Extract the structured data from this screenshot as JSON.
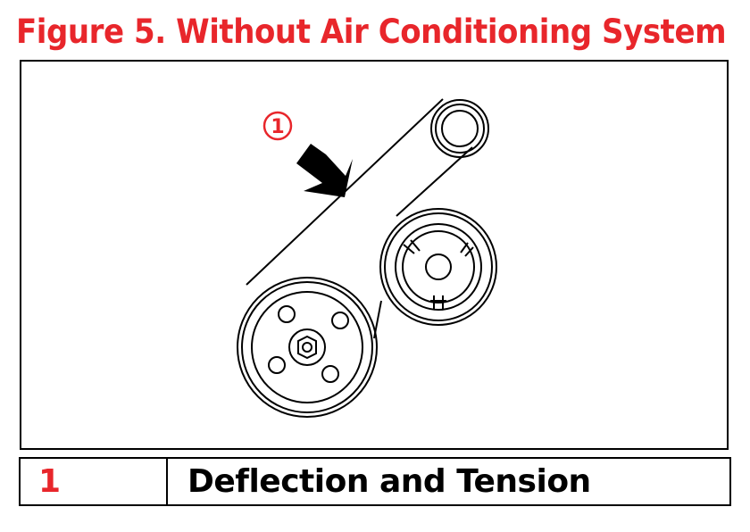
{
  "figure": {
    "title": "Figure 5. Without Air Conditioning System"
  },
  "callout": {
    "number": "1"
  },
  "legend": {
    "rows": [
      {
        "number": "1",
        "description": "Deflection and Tension"
      }
    ]
  },
  "colors": {
    "accent": "#e8262b",
    "line": "#000000",
    "background": "#ffffff"
  }
}
